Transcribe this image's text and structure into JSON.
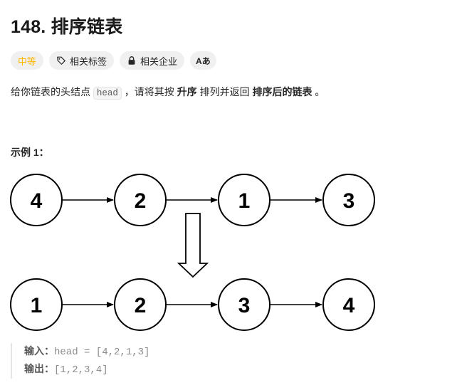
{
  "problem": {
    "title": "148. 排序链表",
    "tags": {
      "difficulty": "中等",
      "related_tags": "相关标签",
      "related_companies": "相关企业",
      "font_toggle": "Aあ"
    },
    "description": {
      "p1": "给你链表的头结点",
      "code": "head",
      "p2": "，请将其按",
      "bold1": "升序",
      "p3": "排列并返回",
      "bold2": "排序后的链表",
      "p4": "。"
    },
    "example": {
      "title": "示例 1：",
      "input_nodes": [
        "4",
        "2",
        "1",
        "3"
      ],
      "output_nodes": [
        "1",
        "2",
        "3",
        "4"
      ],
      "input_label": "输入：",
      "input_value": "head = [4,2,1,3]",
      "output_label": "输出：",
      "output_value": "[1,2,3,4]"
    }
  },
  "colors": {
    "difficulty_medium": "#ffb800",
    "tag_bg": "#f0f0f0",
    "node_stroke": "#000000"
  }
}
